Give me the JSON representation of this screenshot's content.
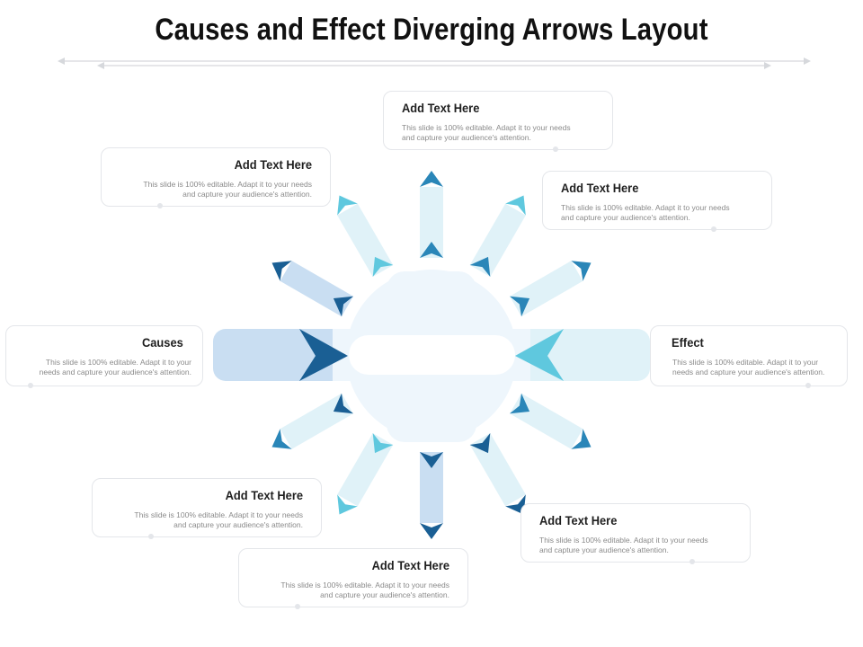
{
  "title": "Causes and Effect Diverging Arrows Layout",
  "colors": {
    "dark_blue": "#1a5f94",
    "mid_blue": "#2a86b8",
    "cyan": "#5fc8de",
    "light_blue": "#c9def2",
    "pale_blue": "#e0f2f8",
    "hub": "#eef6fc",
    "card_border": "#e4e6ea"
  },
  "causes": {
    "title": "Causes",
    "body": "This slide is 100% editable. Adapt it to your needs and capture your audience's attention."
  },
  "effect": {
    "title": "Effect",
    "body": "This slide is 100% editable. Adapt it to your needs and capture your audience's attention."
  },
  "cards": [
    {
      "title": "Add Text Here",
      "body": "This slide is 100% editable. Adapt it to your needs and capture your audience's attention."
    },
    {
      "title": "Add Text Here",
      "body": "This slide is 100% editable. Adapt it to your needs and capture your audience's attention."
    },
    {
      "title": "Add Text Here",
      "body": "This slide is 100% editable. Adapt it to your needs and capture your audience's attention."
    },
    {
      "title": "Add Text Here",
      "body": "This slide is 100% editable. Adapt it to your needs and capture your audience's attention."
    },
    {
      "title": "Add Text Here",
      "body": "This slide is 100% editable. Adapt it to your needs and capture your audience's attention."
    },
    {
      "title": "Add Text Here",
      "body": "This slide is 100% editable. Adapt it to your needs and capture your audience's attention."
    }
  ]
}
